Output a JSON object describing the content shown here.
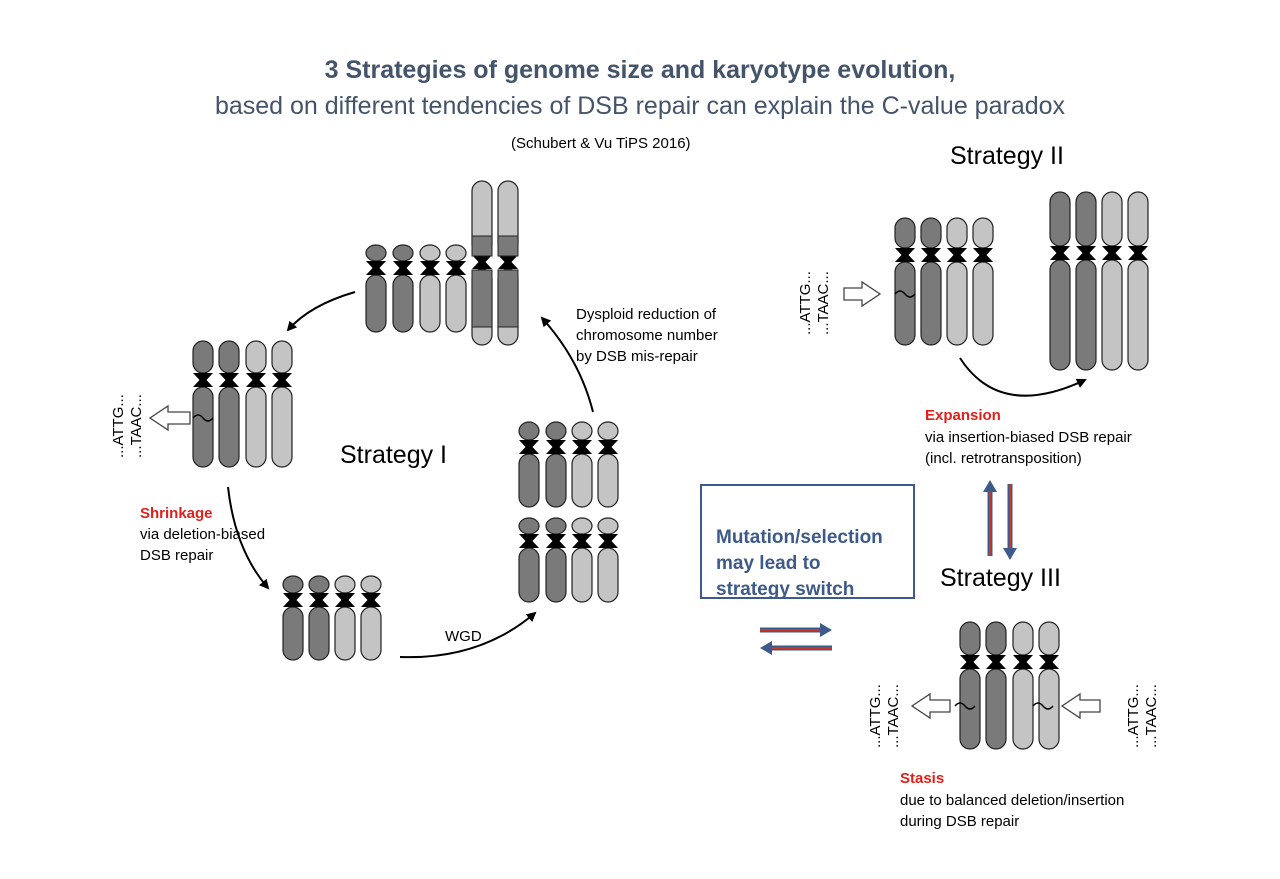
{
  "title_line1": "3 Strategies of genome size and karyotype evolution,",
  "title_line2": "based on different tendencies of DSB repair can explain the C-value paradox",
  "citation": "(Schubert & Vu TiPS 2016)",
  "strategy1": {
    "label": "Strategy I",
    "dysploid_text": "Dysploid reduction of\nchromosome number\nby DSB mis-repair",
    "shrinkage_label": "Shrinkage",
    "shrinkage_text": "via deletion-biased\nDSB repair",
    "wgd_label": "WGD",
    "seq_top": "...ATTG...",
    "seq_bottom": "...TAAC..."
  },
  "strategy2": {
    "label": "Strategy II",
    "expansion_label": "Expansion",
    "expansion_text": "via insertion-biased DSB repair\n(incl. retrotransposition)",
    "seq_top": "...ATTG...",
    "seq_bottom": "...TAAC..."
  },
  "strategy3": {
    "label": "Strategy III",
    "stasis_label": "Stasis",
    "stasis_text": "due to balanced deletion/insertion\nduring DSB repair",
    "seq_left_top": "...ATTG...",
    "seq_left_bottom": "...TAAC...",
    "seq_right_top": "...ATTG...",
    "seq_right_bottom": "...TAAC..."
  },
  "switch_box_text": "Mutation/selection\nmay lead to\nstrategy switch",
  "colors": {
    "title": "#44546a",
    "accent_red": "#e0201b",
    "box_blue": "#3d5a8a",
    "chrom_dark": "#7a7a7a",
    "chrom_light": "#c4c4c4",
    "arrow_red": "#c0392b",
    "arrow_blue": "#3d5a8a"
  }
}
